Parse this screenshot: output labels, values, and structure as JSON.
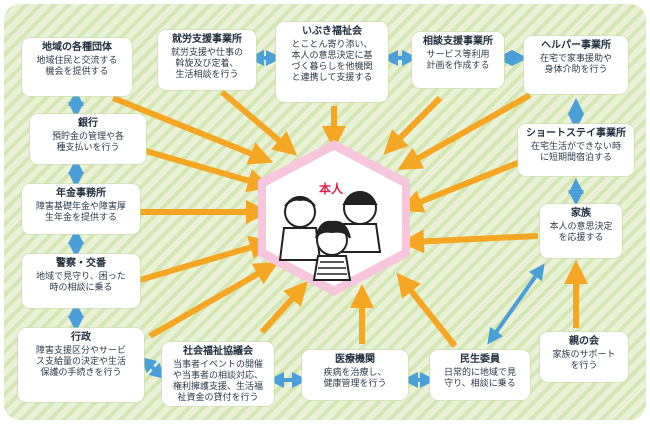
{
  "colors": {
    "background": "#e9f2d6",
    "stripe": "#d4e6b4",
    "arrow_orange": "#f5a623",
    "arrow_blue": "#4a9fd8",
    "hex_pink": "#f3a0c4",
    "center_text": "#e0204a"
  },
  "center": {
    "label": "本人",
    "icon": "family-icon"
  },
  "nodes": {
    "chiiki": {
      "title": "地域の各種団体",
      "desc": "地域住民と交流する\n機会を提供する"
    },
    "ginko": {
      "title": "銀行",
      "desc": "預貯金の管理や各\n種支払いを行う"
    },
    "nenkin": {
      "title": "年金事務所",
      "desc": "障害基礎年金や障害厚\n生年金を提供する"
    },
    "keisatsu": {
      "title": "警察・交番",
      "desc": "地域で見守り、困った\n時の相談に乗る"
    },
    "gyosei": {
      "title": "行政",
      "desc": "障害支援区分やサービ\nス支給量の決定や生活\n保護の手続きを行う"
    },
    "shakyo": {
      "title": "社会福祉協議会",
      "desc": "当事者イベントの開催\nや当事者の相談対応、\n権利擁護支援、生活福\n祉資金の貸付を行う"
    },
    "iryo": {
      "title": "医療機関",
      "desc": "疾病を治療し、\n健康管理を行う"
    },
    "minsei": {
      "title": "民生委員",
      "desc": "日常的に地域で見\n守り、相談に乗る"
    },
    "oya": {
      "title": "親の会",
      "desc": "家族のサポート\nを行う"
    },
    "kazoku": {
      "title": "家族",
      "desc": "本人の意思決定\nを応援する"
    },
    "shortstay": {
      "title": "ショートステイ事業所",
      "desc": "在宅生活ができない時\nに短期間宿泊する"
    },
    "helper": {
      "title": "ヘルパー事業所",
      "desc": "在宅で家事援助や\n身体介助を行う"
    },
    "soudan": {
      "title": "相談支援事業所",
      "desc": "サービス等利用\n計画を作成する"
    },
    "ibuki": {
      "title": "いぶき福祉会",
      "desc": "とことん寄り添い、\n本人の意思決定に基\nづく暮らしを他機関\nと連携して支援する"
    },
    "shuro": {
      "title": "就労支援事業所",
      "desc": "就労支援や仕事の\n斡旋及び定着、\n生活相談を行う"
    }
  }
}
